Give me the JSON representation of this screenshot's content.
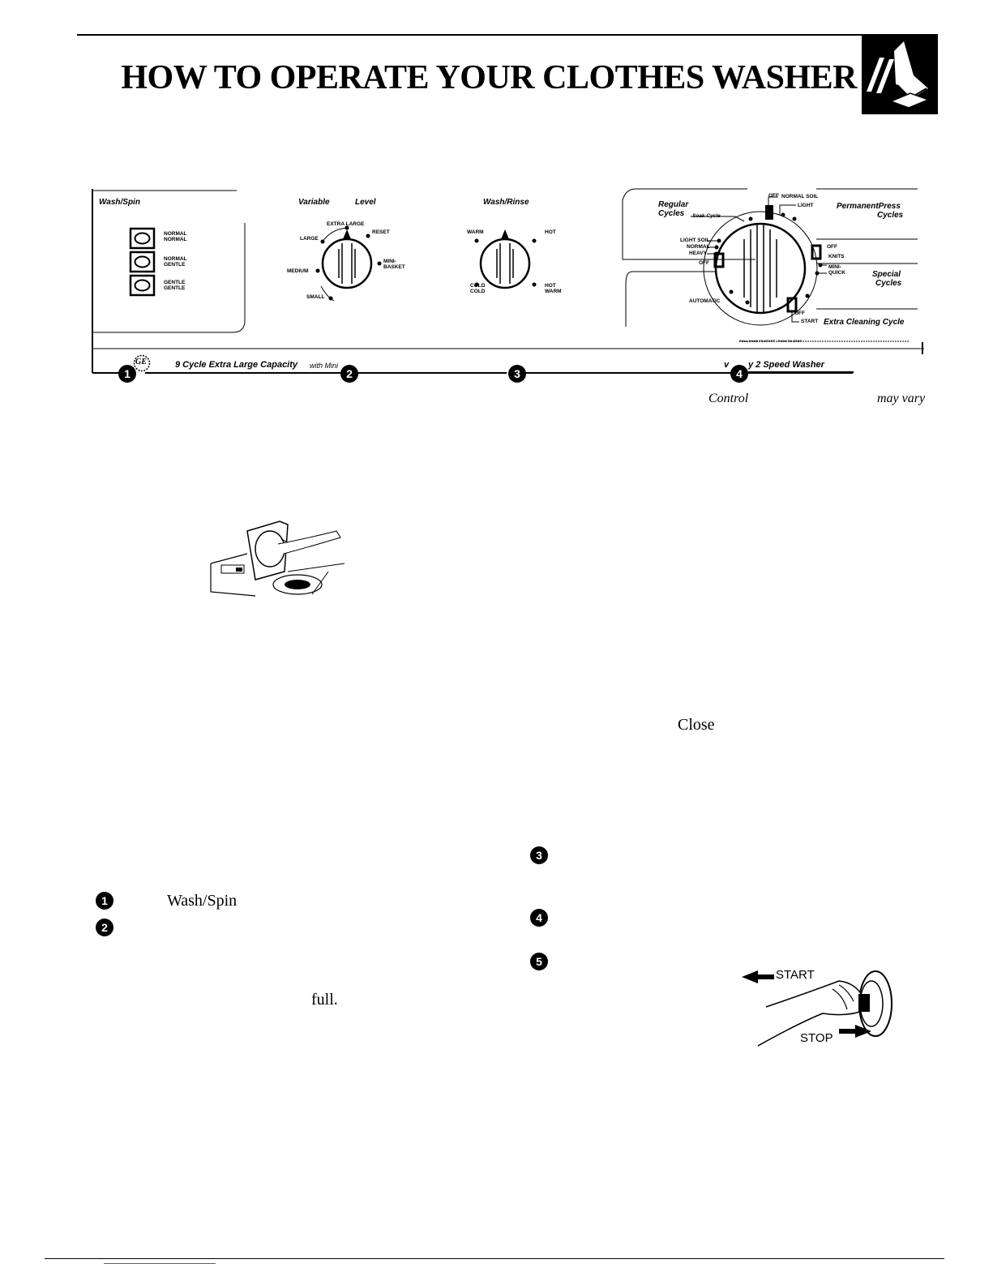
{
  "header": {
    "title": "HOW TO OPERATE YOUR CLOTHES WASHER"
  },
  "panel": {
    "wash_spin": {
      "title": "Wash/Spin",
      "options": [
        {
          "top": "NORMAL",
          "bottom": "NORMAL"
        },
        {
          "top": "NORMAL",
          "bottom": "GENTLE"
        },
        {
          "top": "GENTLE",
          "bottom": "GENTLE"
        }
      ]
    },
    "water_level": {
      "title_left": "Variable",
      "title_right": "Level",
      "positions": [
        "EXTRA LARGE",
        "LARGE",
        "RESET",
        "MINI-",
        "BASKET",
        "MEDIUM",
        "SMALL"
      ]
    },
    "wash_rinse": {
      "title": "Wash/Rinse",
      "positions": [
        "WARM",
        "HOT",
        "COLD",
        "COLD",
        "HOT",
        "WARM"
      ]
    },
    "cycles": {
      "regular": "Regular",
      "regular2": "Cycles",
      "soak": "Soak Cycle",
      "soils": [
        "LIGHT SOIL",
        "NORMAL",
        "HEAVY"
      ],
      "off": "OFF",
      "perm_press": "PermanentPress",
      "perm_press2": "Cycles",
      "normal_soil": "NORMAL SOIL",
      "light": "LIGHT",
      "special": "Special",
      "special2": "Cycles",
      "knits": "KNITS",
      "mini": "MINI-",
      "quick": "QUICK",
      "extra": "Extra Cleaning Cycle",
      "start": "START",
      "automatic": "AUTOMATIC",
      "pull": "PULL KNOB TO START · PUSH TO STOP"
    },
    "bottom_left": "9 Cycle Extra Large Capacity",
    "bottom_mid": "with Mini",
    "bottom_right_pre": "v",
    "bottom_right": "y 2 Speed Washer",
    "ge_logo": "GE"
  },
  "caption": {
    "control": "Control",
    "may_vary": "may vary"
  },
  "body": {
    "close": "Close",
    "wash_spin": "Wash/Spin",
    "full": "full."
  },
  "badges": [
    "1",
    "2",
    "3",
    "4",
    "5"
  ],
  "knob_illustration": {
    "start": "START",
    "stop": "STOP"
  }
}
